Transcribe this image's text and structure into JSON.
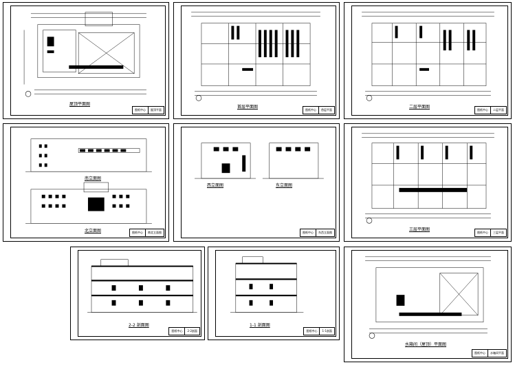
{
  "sheets": [
    {
      "id": "roof",
      "title": "屋顶平面图",
      "titleblock": [
        "图纸中心",
        "屋顶平面"
      ]
    },
    {
      "id": "first",
      "title": "首层平面图",
      "titleblock": [
        "图纸中心",
        "首层平面"
      ]
    },
    {
      "id": "second",
      "title": "二层平面图",
      "titleblock": [
        "图纸中心",
        "二层平面"
      ]
    },
    {
      "id": "south_north",
      "title_a": "南立面图",
      "title_b": "北立面图",
      "titleblock": [
        "图纸中心",
        "南北立面图"
      ]
    },
    {
      "id": "west_east",
      "title_a": "西立面图",
      "title_b": "东立面图",
      "titleblock": [
        "图纸中心",
        "东西立面图"
      ]
    },
    {
      "id": "third",
      "title": "三层平面图",
      "titleblock": [
        "图纸中心",
        "三层平面"
      ]
    },
    {
      "id": "section22",
      "title": "2-2 剖面图",
      "titleblock": [
        "图纸中心",
        "2-2剖面"
      ]
    },
    {
      "id": "section11",
      "title": "1-1 剖面图",
      "titleblock": [
        "图纸中心",
        "1-1剖面"
      ]
    },
    {
      "id": "roof_machine",
      "title": "水箱间（屋顶）平面图",
      "titleblock": [
        "图纸中心",
        "水箱间平面"
      ]
    }
  ],
  "colors": {
    "line": "#000000",
    "paper": "#ffffff"
  }
}
